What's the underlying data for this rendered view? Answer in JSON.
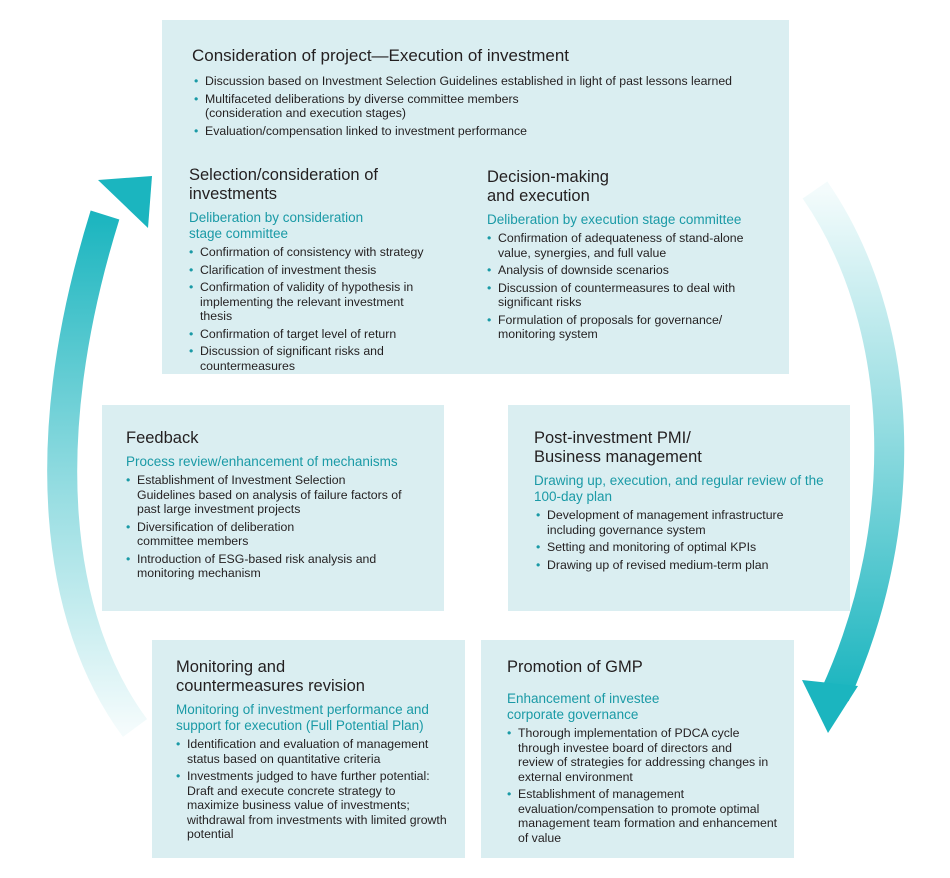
{
  "top": {
    "title": "Consideration of project—Execution of investment",
    "bullets": [
      "Discussion based on Investment Selection Guidelines established in light of past lessons learned",
      "Multifaceted deliberations by diverse committee members (consideration and execution stages)",
      "Evaluation/compensation linked to investment performance"
    ],
    "left": {
      "title": "Selection/consideration of investments",
      "subtitle": "Deliberation by consideration stage committee",
      "bullets": [
        "Confirmation of consistency with strategy",
        "Clarification of investment thesis",
        "Confirmation of validity of hypothesis in implementing the relevant investment thesis",
        "Confirmation of target level of return",
        "Discussion of significant risks and countermeasures"
      ]
    },
    "right": {
      "title": "Decision-making and execution",
      "subtitle": "Deliberation by execution stage committee",
      "bullets": [
        "Confirmation of adequateness of stand-alone value, synergies, and full value",
        "Analysis of downside scenarios",
        "Discussion of countermeasures to deal with significant risks",
        "Formulation of proposals for governance/ monitoring system"
      ]
    }
  },
  "feedback": {
    "title": "Feedback",
    "subtitle": "Process review/enhancement of mechanisms",
    "bullets": [
      "Establishment of Investment Selection Guidelines based on analysis of failure factors of past large investment projects",
      "Diversification of deliberation committee members",
      "Introduction of ESG-based risk analysis and monitoring mechanism"
    ]
  },
  "pmi": {
    "title": "Post-investment PMI/ Business management",
    "subtitle": "Drawing up, execution, and regular review of the 100-day plan",
    "bullets": [
      "Development of management infrastructure including governance system",
      "Setting and monitoring of optimal KPIs",
      "Drawing up of revised medium-term plan"
    ]
  },
  "monitoring": {
    "title": "Monitoring and countermeasures revision",
    "subtitle": "Monitoring of investment performance and support for execution (Full Potential Plan)",
    "bullets": [
      "Identification and evaluation of management status based on quantitative criteria",
      "Investments judged to have further potential: Draft and execute concrete strategy to maximize business value of investments; withdrawal from investments with limited growth potential"
    ]
  },
  "gmp": {
    "title": "Promotion of GMP",
    "subtitle": "Enhancement of investee corporate governance",
    "bullets": [
      "Thorough implementation of PDCA cycle through investee board of directors and review of strategies for addressing changes in external environment",
      "Establishment of management evaluation/compensation to promote optimal management team formation and enhancement of value"
    ]
  },
  "colors": {
    "box": "#daeef1",
    "accent": "#1a9aa6",
    "arrow": "#1bb5bf"
  }
}
